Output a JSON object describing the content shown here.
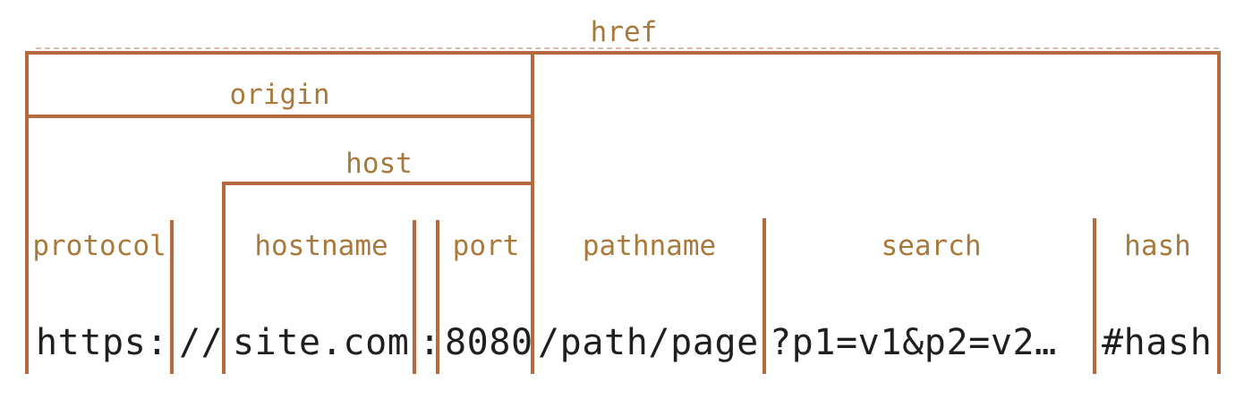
{
  "diagram": {
    "type": "url-anatomy",
    "labels": {
      "href": "href",
      "origin": "origin",
      "host": "host",
      "protocol": "protocol",
      "hostname": "hostname",
      "port": "port",
      "pathname": "pathname",
      "search": "search",
      "hash": "hash"
    },
    "url": {
      "full": "https://site.com:8080/path/page?p1=v1&p2=v2…#hash",
      "protocol": "https:",
      "slashes": "//",
      "hostname": "site.com",
      "port_colon": ":",
      "port": "8080",
      "pathname": "/path/page",
      "search": "?p1=v1&p2=v2…",
      "hash": "#hash"
    },
    "colors": {
      "line": "#b5693f",
      "label": "#a9793b",
      "url_text": "#1f1f1f",
      "background": "#ffffff"
    }
  }
}
